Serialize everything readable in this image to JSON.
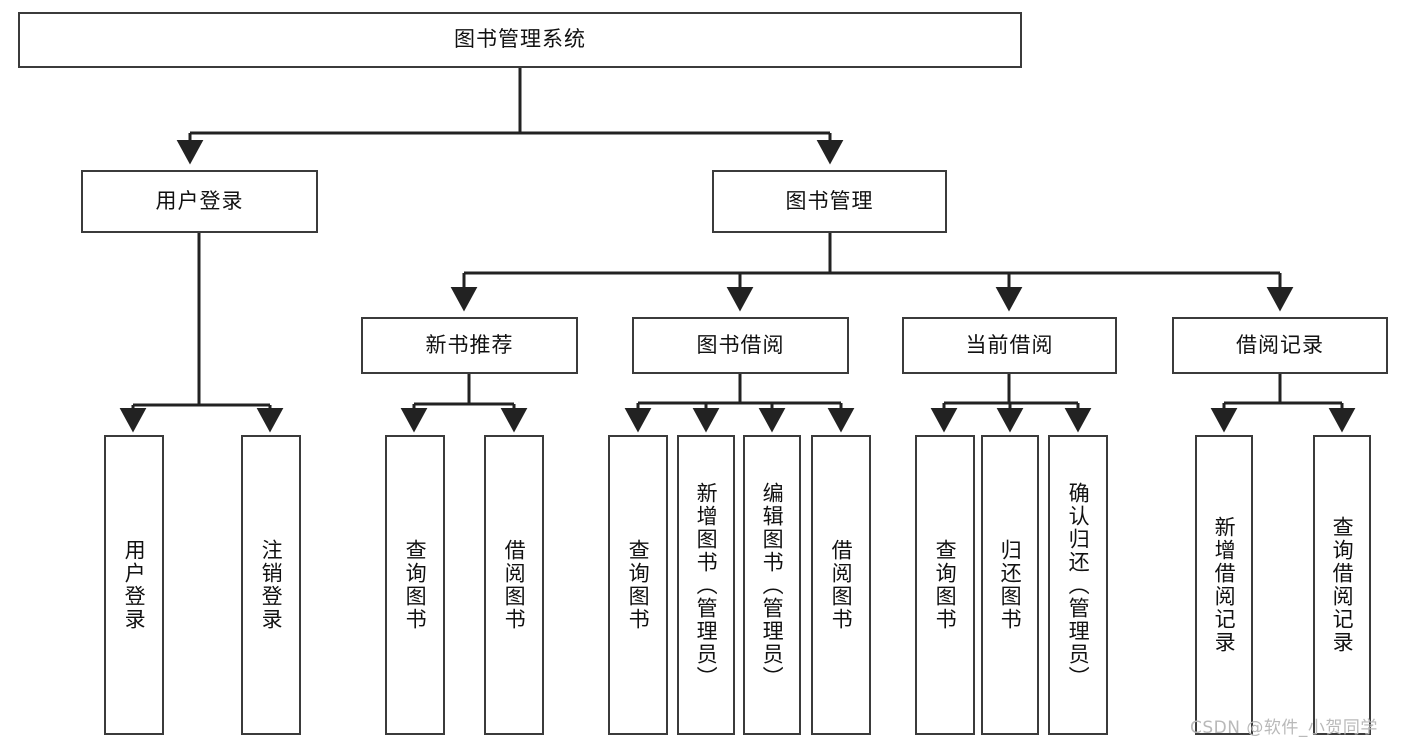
{
  "diagram": {
    "type": "tree-hierarchy",
    "title": "图书管理系统",
    "watermark": "CSDN @软件_小贺同学",
    "colors": {
      "box_border": "#3b3b3b",
      "box_fill": "#ffffff",
      "connector": "#222222",
      "text": "#111111",
      "watermark": "#b9b9b9"
    },
    "nodes": {
      "root": {
        "label": "图书管理系统"
      },
      "level2": [
        {
          "label": "用户登录"
        },
        {
          "label": "图书管理"
        }
      ],
      "level3": [
        {
          "label": "新书推荐"
        },
        {
          "label": "图书借阅"
        },
        {
          "label": "当前借阅"
        },
        {
          "label": "借阅记录"
        }
      ],
      "leaves_user_login": [
        {
          "label": "用户登录"
        },
        {
          "label": "注销登录"
        }
      ],
      "leaves_new_book": [
        {
          "label": "查询图书"
        },
        {
          "label": "借阅图书"
        }
      ],
      "leaves_borrow": [
        {
          "label": "查询图书"
        },
        {
          "label": "新增图书（管理员）"
        },
        {
          "label": "编辑图书（管理员）"
        },
        {
          "label": "借阅图书"
        }
      ],
      "leaves_current": [
        {
          "label": "查询图书"
        },
        {
          "label": "归还图书"
        },
        {
          "label": "确认归还（管理员）"
        }
      ],
      "leaves_record": [
        {
          "label": "新增借阅记录"
        },
        {
          "label": "查询借阅记录"
        }
      ]
    }
  }
}
